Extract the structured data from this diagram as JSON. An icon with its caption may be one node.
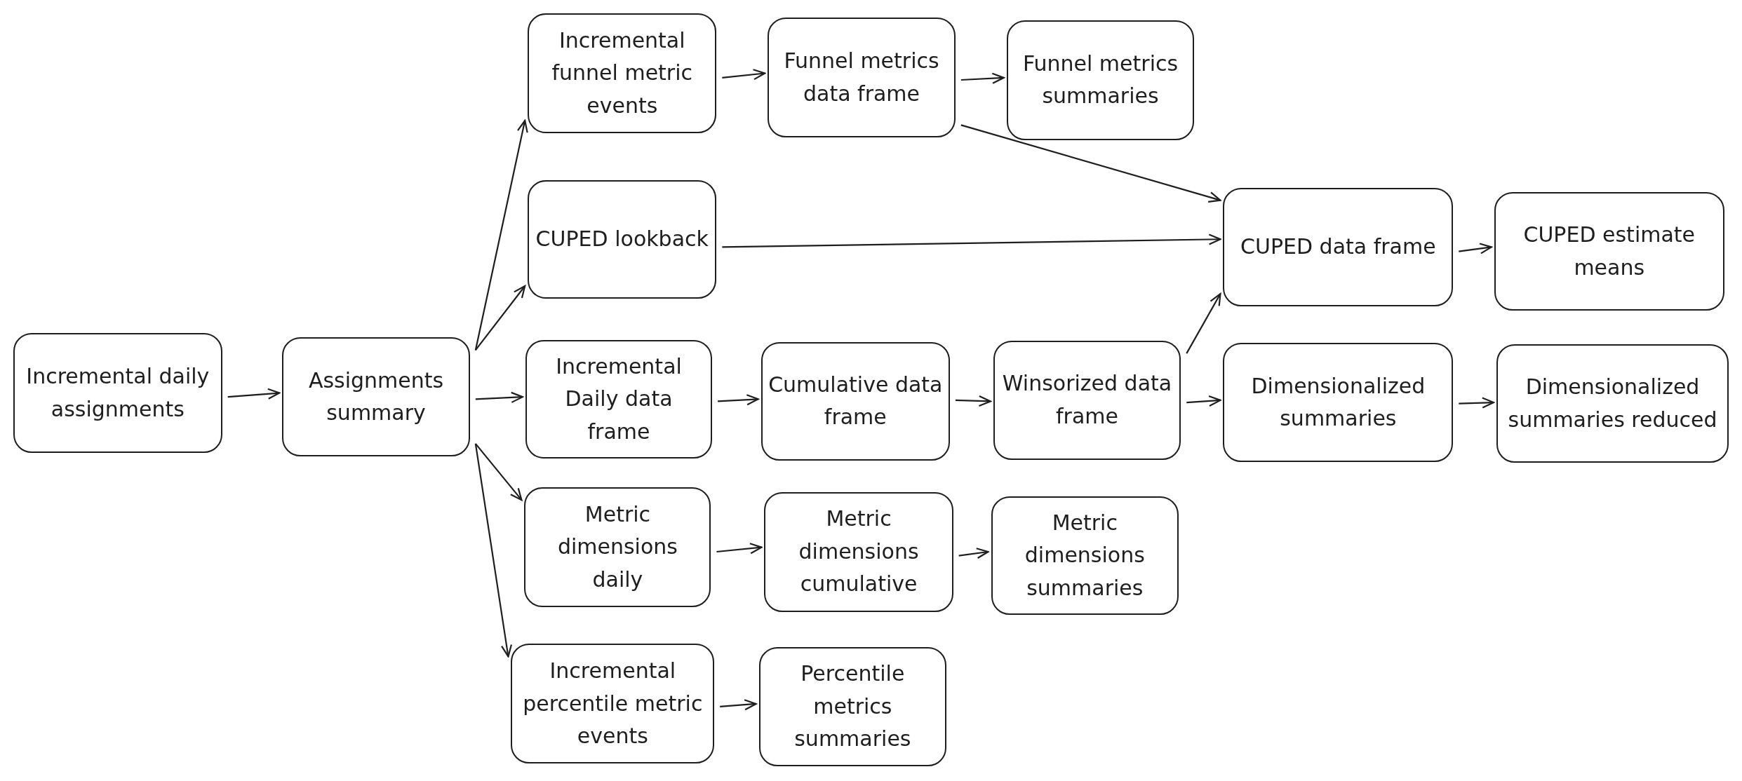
{
  "diagram": {
    "nodes": [
      {
        "text": [
          "Incremental daily assignments"
        ]
      },
      {
        "text": [
          "Assignments summary"
        ]
      },
      {
        "text": [
          "Incremental funnel metric events"
        ]
      },
      {
        "text": [
          "Funnel metrics data frame"
        ]
      },
      {
        "text": [
          "Funnel metrics summaries"
        ]
      },
      {
        "text": [
          "CUPED lookback"
        ]
      },
      {
        "text": [
          "Incremental Daily data frame"
        ]
      },
      {
        "text": [
          "Cumulative data frame"
        ]
      },
      {
        "text": [
          "Winsorized data frame"
        ]
      },
      {
        "text": [
          "CUPED data frame"
        ]
      },
      {
        "text": [
          "CUPED estimate means"
        ]
      },
      {
        "text": [
          "Dimensionalized summaries"
        ]
      },
      {
        "text": [
          "Dimensionalized summaries reduced"
        ]
      },
      {
        "text": [
          "Metric dimensions daily"
        ]
      },
      {
        "text": [
          "Metric dimensions cumulative"
        ]
      },
      {
        "text": [
          "Metric dimensions summaries"
        ]
      },
      {
        "text": [
          "Incremental percentile metric events"
        ]
      },
      {
        "text": [
          "Percentile metrics summaries"
        ]
      }
    ],
    "edges": [
      {
        "from": 0,
        "to": 1,
        "arrow": "to"
      },
      {
        "from": 1,
        "to": 2,
        "arrow": "to"
      },
      {
        "from": 1,
        "to": 5,
        "arrow": "to"
      },
      {
        "from": 1,
        "to": 6,
        "arrow": "to"
      },
      {
        "from": 1,
        "to": 13,
        "arrow": "to"
      },
      {
        "from": 1,
        "to": 16,
        "arrow": "to"
      },
      {
        "from": 2,
        "to": 3,
        "arrow": "to"
      },
      {
        "from": 3,
        "to": 4,
        "arrow": "to"
      },
      {
        "from": 3,
        "to": 9,
        "arrow": "to"
      },
      {
        "from": 5,
        "to": 9,
        "arrow": "to"
      },
      {
        "from": 6,
        "to": 7,
        "arrow": "to"
      },
      {
        "from": 7,
        "to": 8,
        "arrow": "to"
      },
      {
        "from": 8,
        "to": 9,
        "arrow": "to"
      },
      {
        "from": 8,
        "to": 11,
        "arrow": "to"
      },
      {
        "from": 9,
        "to": 10,
        "arrow": "to"
      },
      {
        "from": 11,
        "to": 12,
        "arrow": "to"
      },
      {
        "from": 13,
        "to": 14,
        "arrow": "to"
      },
      {
        "from": 14,
        "to": 15,
        "arrow": "to"
      },
      {
        "from": 16,
        "to": 17,
        "arrow": "to"
      }
    ]
  }
}
